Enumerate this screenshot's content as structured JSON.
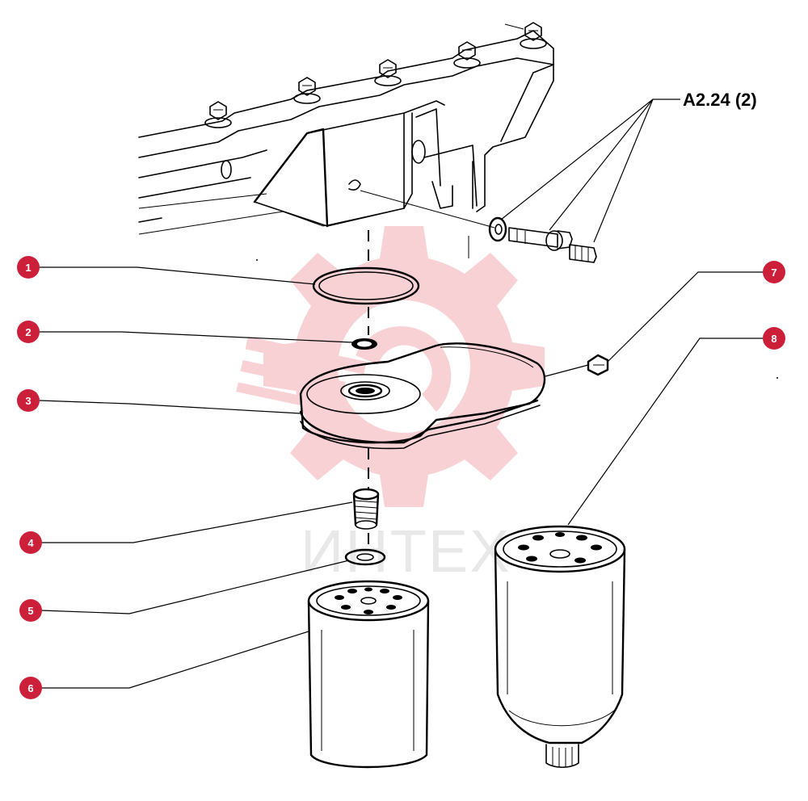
{
  "watermark": {
    "text": "ИНТЕХ",
    "color": "#e0343f"
  },
  "reference": {
    "label": "A2.24 (2)"
  },
  "callouts": [
    {
      "number": "1"
    },
    {
      "number": "2"
    },
    {
      "number": "3"
    },
    {
      "number": "4"
    },
    {
      "number": "5"
    },
    {
      "number": "6"
    },
    {
      "number": "7"
    },
    {
      "number": "8"
    }
  ],
  "colors": {
    "callout_fill": "#cc1f3a",
    "line": "#000000",
    "background": "#ffffff"
  }
}
